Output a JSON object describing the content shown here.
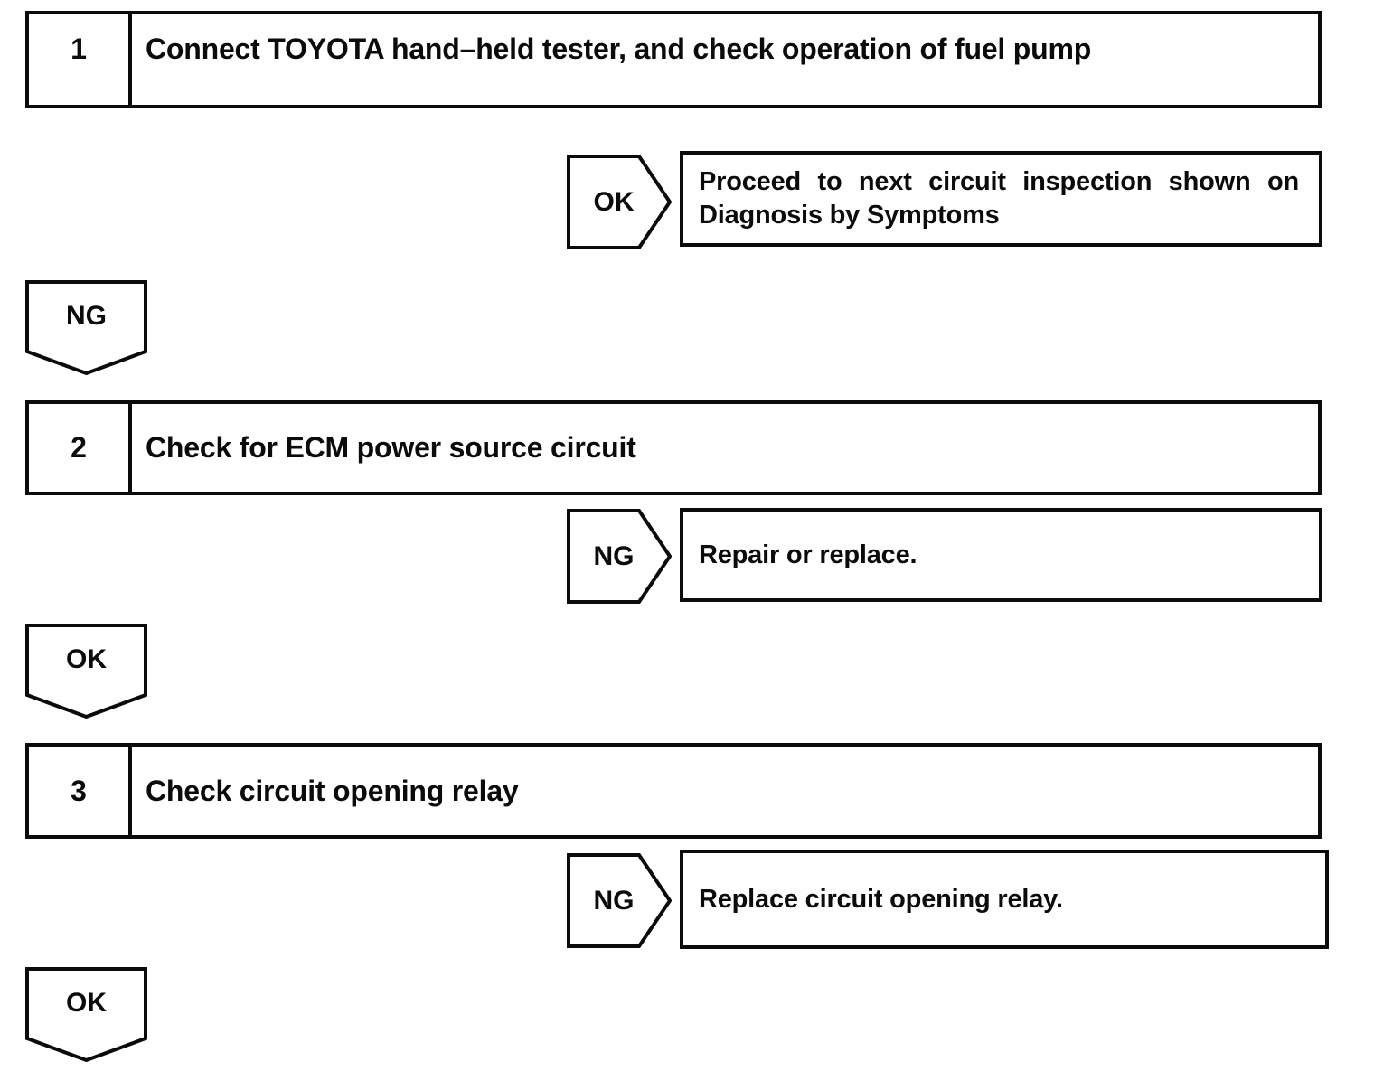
{
  "flowchart": {
    "colors": {
      "line": "#0b0b0b",
      "background": "#ffffff"
    },
    "steps": [
      {
        "number": "1",
        "title": "Connect TOYOTA hand–held tester, and check operation of fuel pump",
        "branch": {
          "label": "OK",
          "result_lines": {
            "0": "Proceed to next circuit inspection shown on",
            "1": "Diagnosis by Symptoms"
          }
        },
        "connector": {
          "label": "NG"
        }
      },
      {
        "number": "2",
        "title": "Check for ECM power source circuit",
        "branch": {
          "label": "NG",
          "result_lines": {
            "0": "Repair or replace."
          }
        },
        "connector": {
          "label": "OK"
        }
      },
      {
        "number": "3",
        "title": "Check circuit opening relay",
        "branch": {
          "label": "NG",
          "result_lines": {
            "0": "Replace circuit opening relay."
          }
        },
        "connector": {
          "label": "OK"
        }
      }
    ]
  }
}
